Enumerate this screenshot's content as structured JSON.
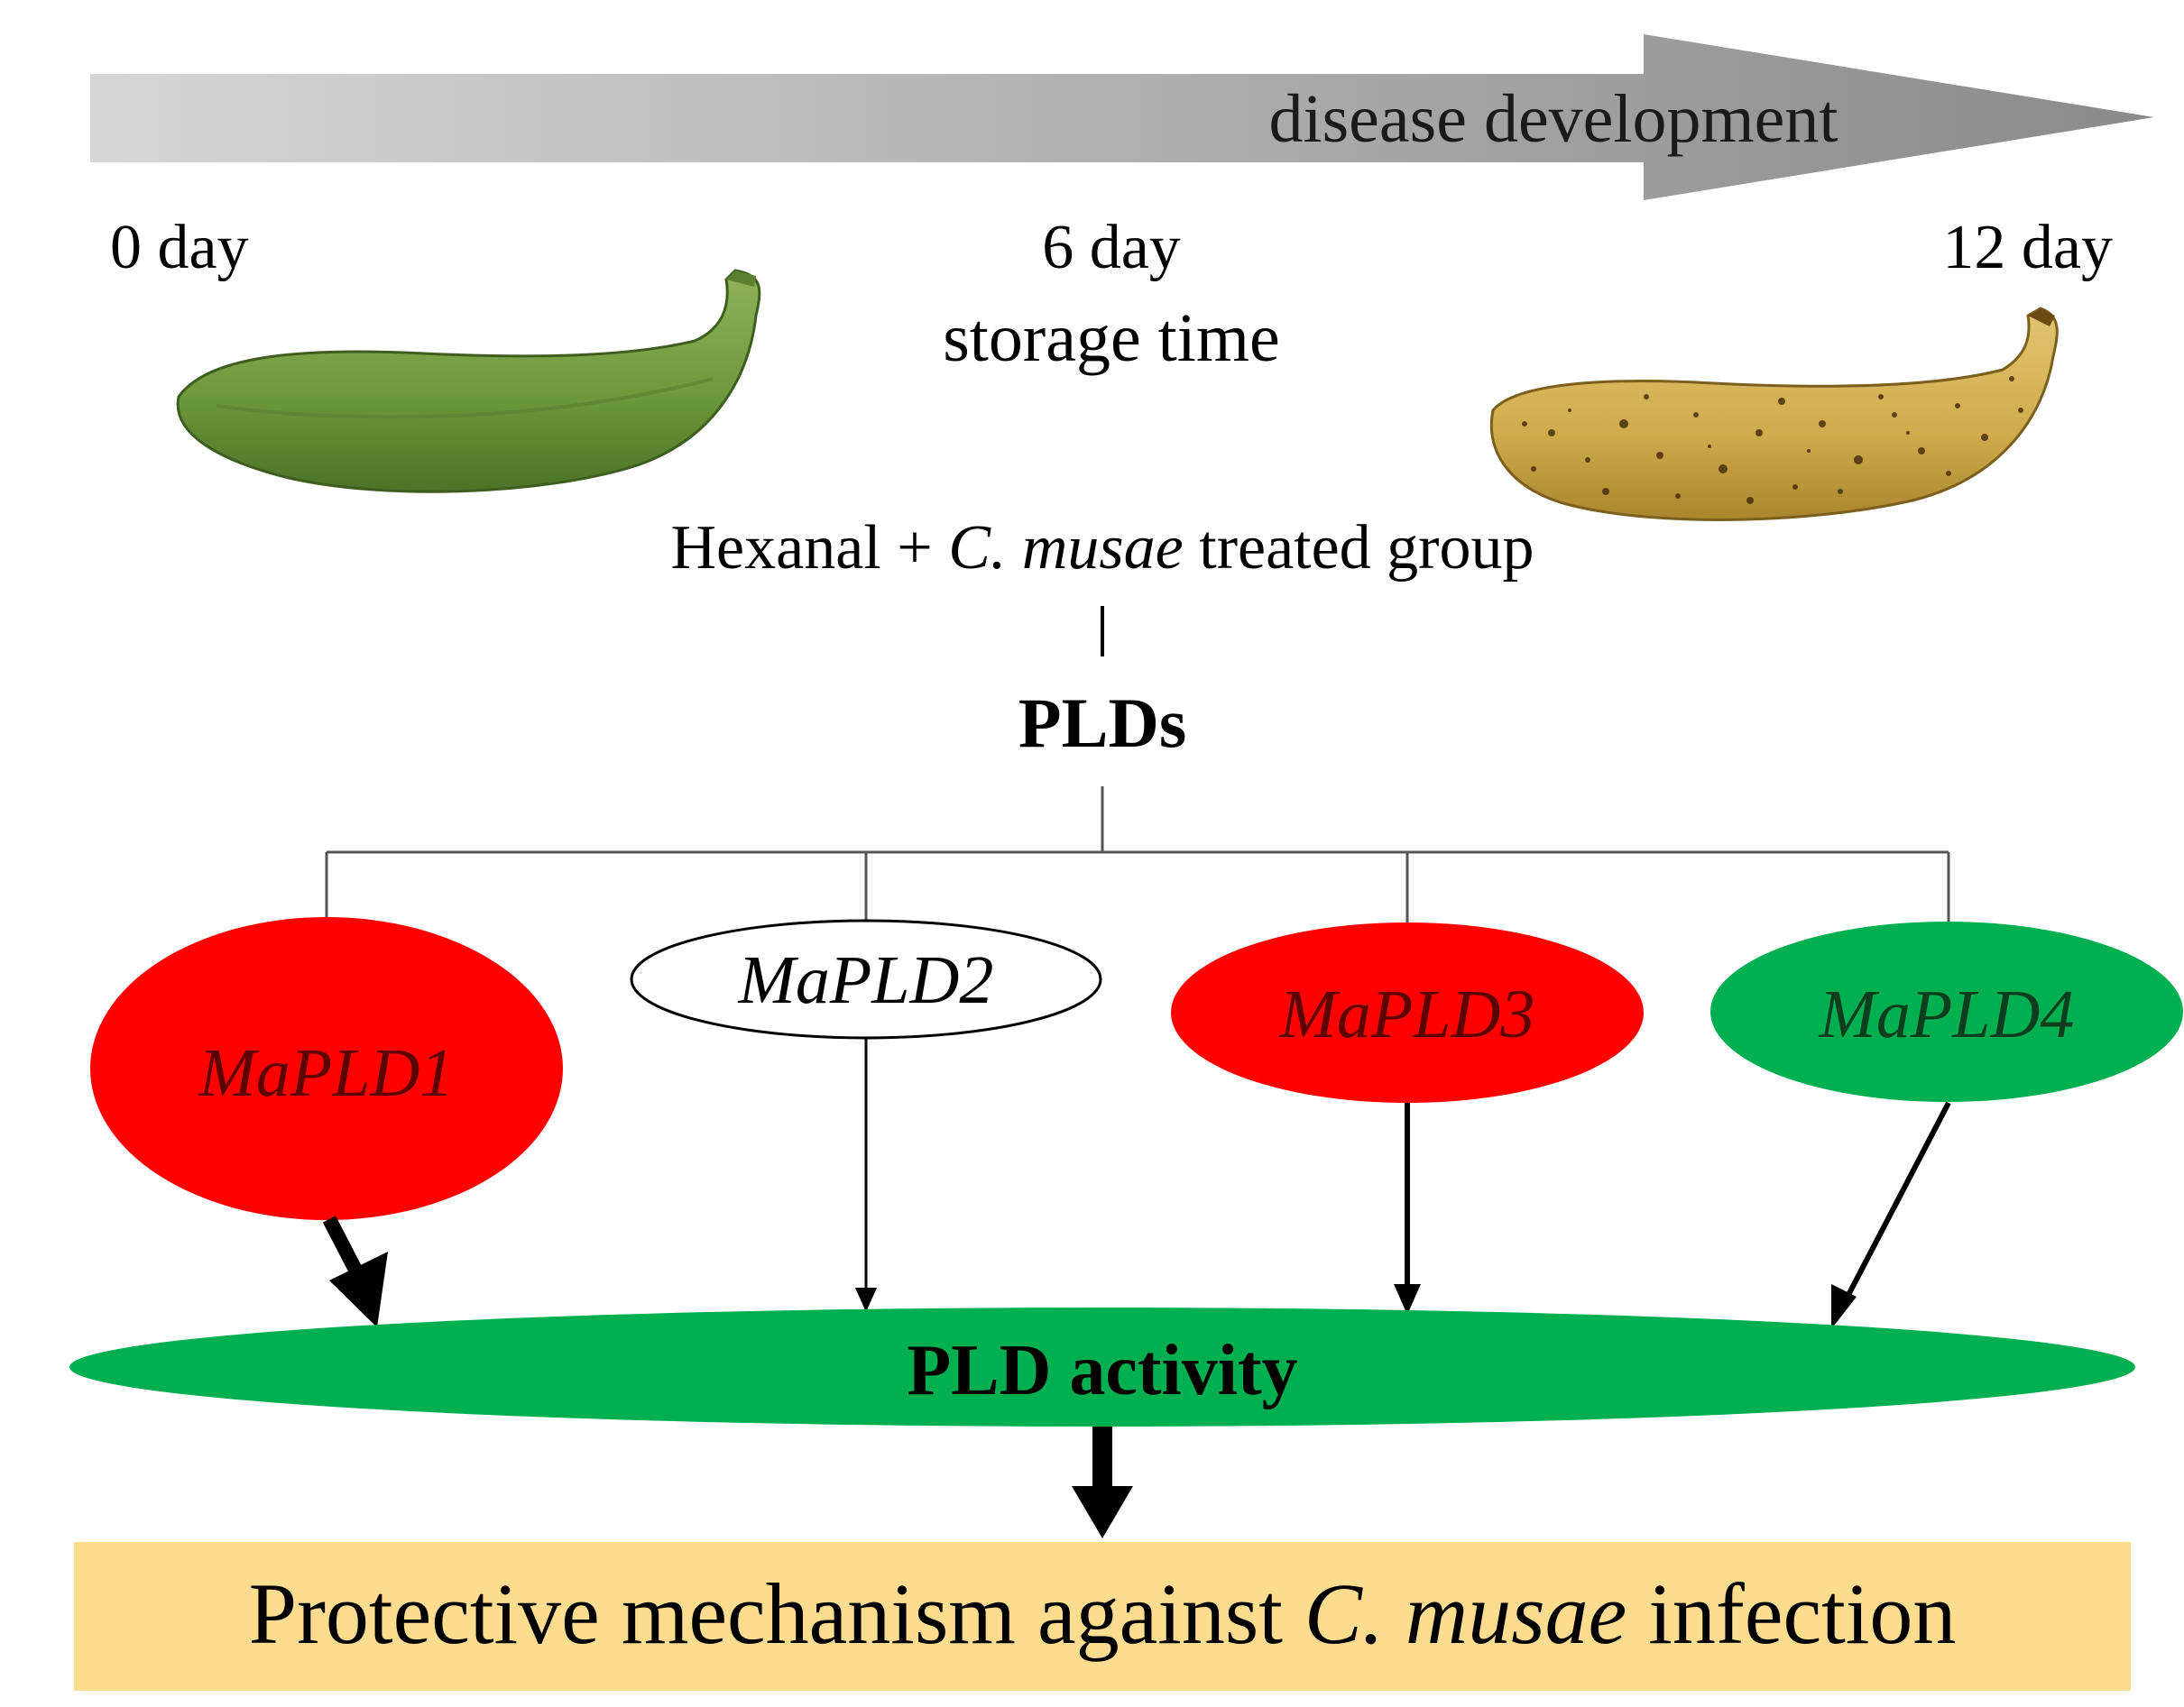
{
  "arrow": {
    "label": "disease development"
  },
  "timeline": {
    "start": "0 day",
    "mid": "6 day",
    "end": "12 day",
    "caption": "storage time"
  },
  "bananas": {
    "early": {
      "name": "green-banana",
      "color": "#6e9a3c"
    },
    "late": {
      "name": "ripe-spotted-banana",
      "color": "#d4b255"
    }
  },
  "group": {
    "prefix": "Hexanal + ",
    "species": "C. musae",
    "suffix": " treated group"
  },
  "plds_label": "PLDs",
  "genes": [
    {
      "label": "MaPLD1",
      "fill": "#ff0000",
      "text_color": "#5c0000"
    },
    {
      "label": "MaPLD2",
      "fill": "#ffffff",
      "text_color": "#000000"
    },
    {
      "label": "MaPLD3",
      "fill": "#ff0000",
      "text_color": "#5c0000"
    },
    {
      "label": "MaPLD4",
      "fill": "#00b050",
      "text_color": "#0b3d1f"
    }
  ],
  "activity": {
    "label": "PLD activity",
    "fill": "#00b050"
  },
  "outcome": {
    "prefix": "Protective mechanism against ",
    "species": "C. musae",
    "suffix": " infection",
    "fill": "#fcdc8f"
  },
  "colors": {
    "arrow_light": "#d4d4d4",
    "arrow_dark": "#8c8c8c",
    "line": "#000000"
  }
}
